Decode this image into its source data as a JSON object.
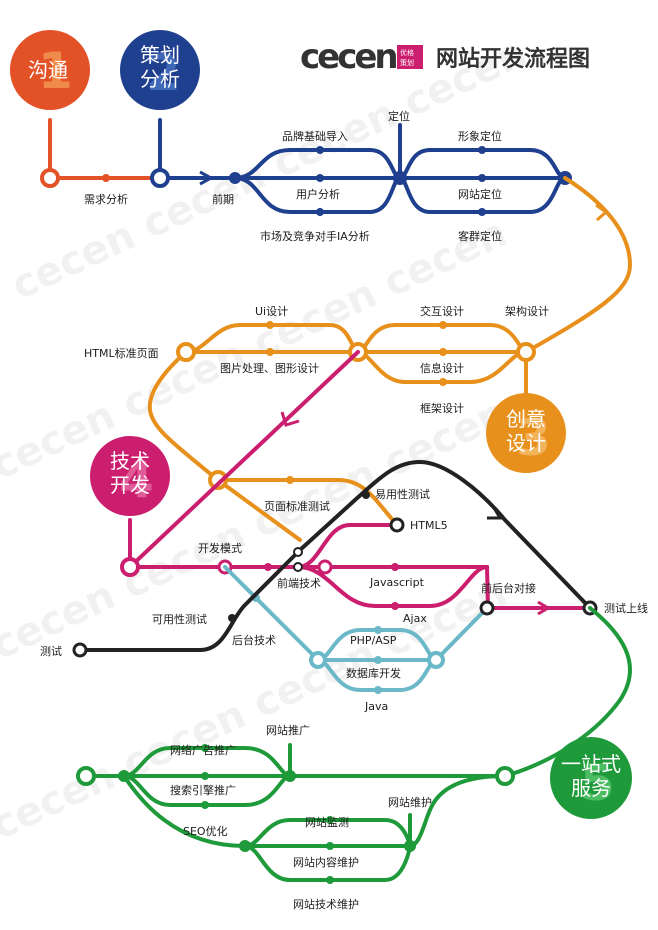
{
  "header": {
    "logo": "cecen",
    "stamp": [
      "优格",
      "策划"
    ],
    "title": "网站开发流程图"
  },
  "colors": {
    "orange_red": "#e35126",
    "blue": "#1f3f8f",
    "orange": "#e8901c",
    "magenta": "#cc1e6e",
    "black": "#222222",
    "teal": "#6ab8c8",
    "green": "#1e9a3a"
  },
  "badges": [
    {
      "id": "communicate",
      "number": "1",
      "lines": [
        "沟通"
      ]
    },
    {
      "id": "planning",
      "number": "2",
      "lines": [
        "策划",
        "分析"
      ]
    },
    {
      "id": "creative",
      "number": "3",
      "lines": [
        "创意",
        "设计"
      ]
    },
    {
      "id": "tech",
      "number": "4",
      "lines": [
        "技术",
        "开发"
      ]
    },
    {
      "id": "service",
      "number": "5",
      "lines": [
        "一站式",
        "服务"
      ]
    }
  ],
  "labels": {
    "needs_analysis": "需求分析",
    "early_stage": "前期",
    "positioning": "定位",
    "brand_import": "品牌基础导入",
    "user_analysis": "用户分析",
    "market_analysis": "市场及竞争对手IA分析",
    "image_positioning": "形象定位",
    "site_positioning": "网站定位",
    "customer_positioning": "客群定位",
    "ui_design": "Ui设计",
    "html_standard_page": "HTML标准页面",
    "image_processing": "图片处理、图形设计",
    "interaction_design": "交互设计",
    "architecture_design": "架构设计",
    "info_design": "信息设计",
    "frame_design": "框架设计",
    "usability_test": "易用性测试",
    "page_standard_test": "页面标准测试",
    "html5": "HTML5",
    "dev_mode": "开发模式",
    "javascript": "Javascript",
    "frontend_tech": "前端技术",
    "ajax": "Ajax",
    "fb_integration": "前后台对接",
    "test_launch": "测试上线",
    "availability_test": "可用性测试",
    "backend_tech": "后台技术",
    "php_asp": "PHP/ASP",
    "test": "测试",
    "database_dev": "数据库开发",
    "java": "Java",
    "site_promotion": "网站推广",
    "network_ads": "网络广告推广",
    "search_promo": "搜索引擎推广",
    "seo": "SEO优化",
    "site_maintenance": "网站维护",
    "site_monitoring": "网站监测",
    "content_maintenance": "网站内容维护",
    "tech_maintenance": "网站技术维护"
  }
}
